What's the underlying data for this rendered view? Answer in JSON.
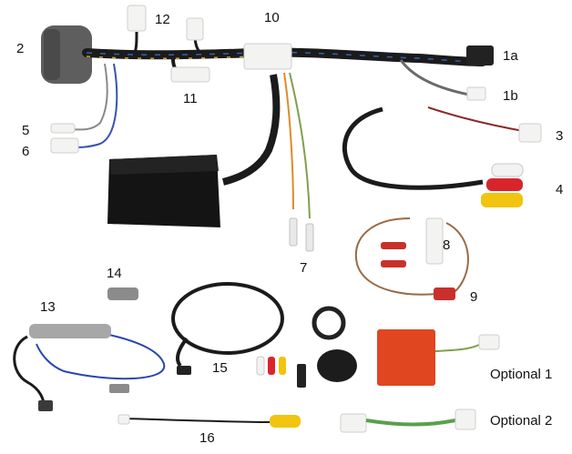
{
  "labels": {
    "l2": "2",
    "l12": "12",
    "l10": "10",
    "l1a": "1a",
    "l1b": "1b",
    "l11": "11",
    "l5": "5",
    "l6": "6",
    "l3": "3",
    "l4": "4",
    "l7": "7",
    "l8": "8",
    "l9": "9",
    "l14": "14",
    "l13": "13",
    "l15": "15",
    "l16": "16",
    "opt1": "Optional 1",
    "opt2": "Optional 2"
  },
  "colors": {
    "harness": "#1b1b1b",
    "module": "#141414",
    "connector_white": "#f3f3f1",
    "rca_white": "#f2f2f2",
    "rca_red": "#d8252b",
    "rca_yellow": "#f1c40f",
    "orange_box": "#e0461f",
    "gray_ferrite": "#5c5c5c",
    "blue_wire": "#3552b4"
  }
}
